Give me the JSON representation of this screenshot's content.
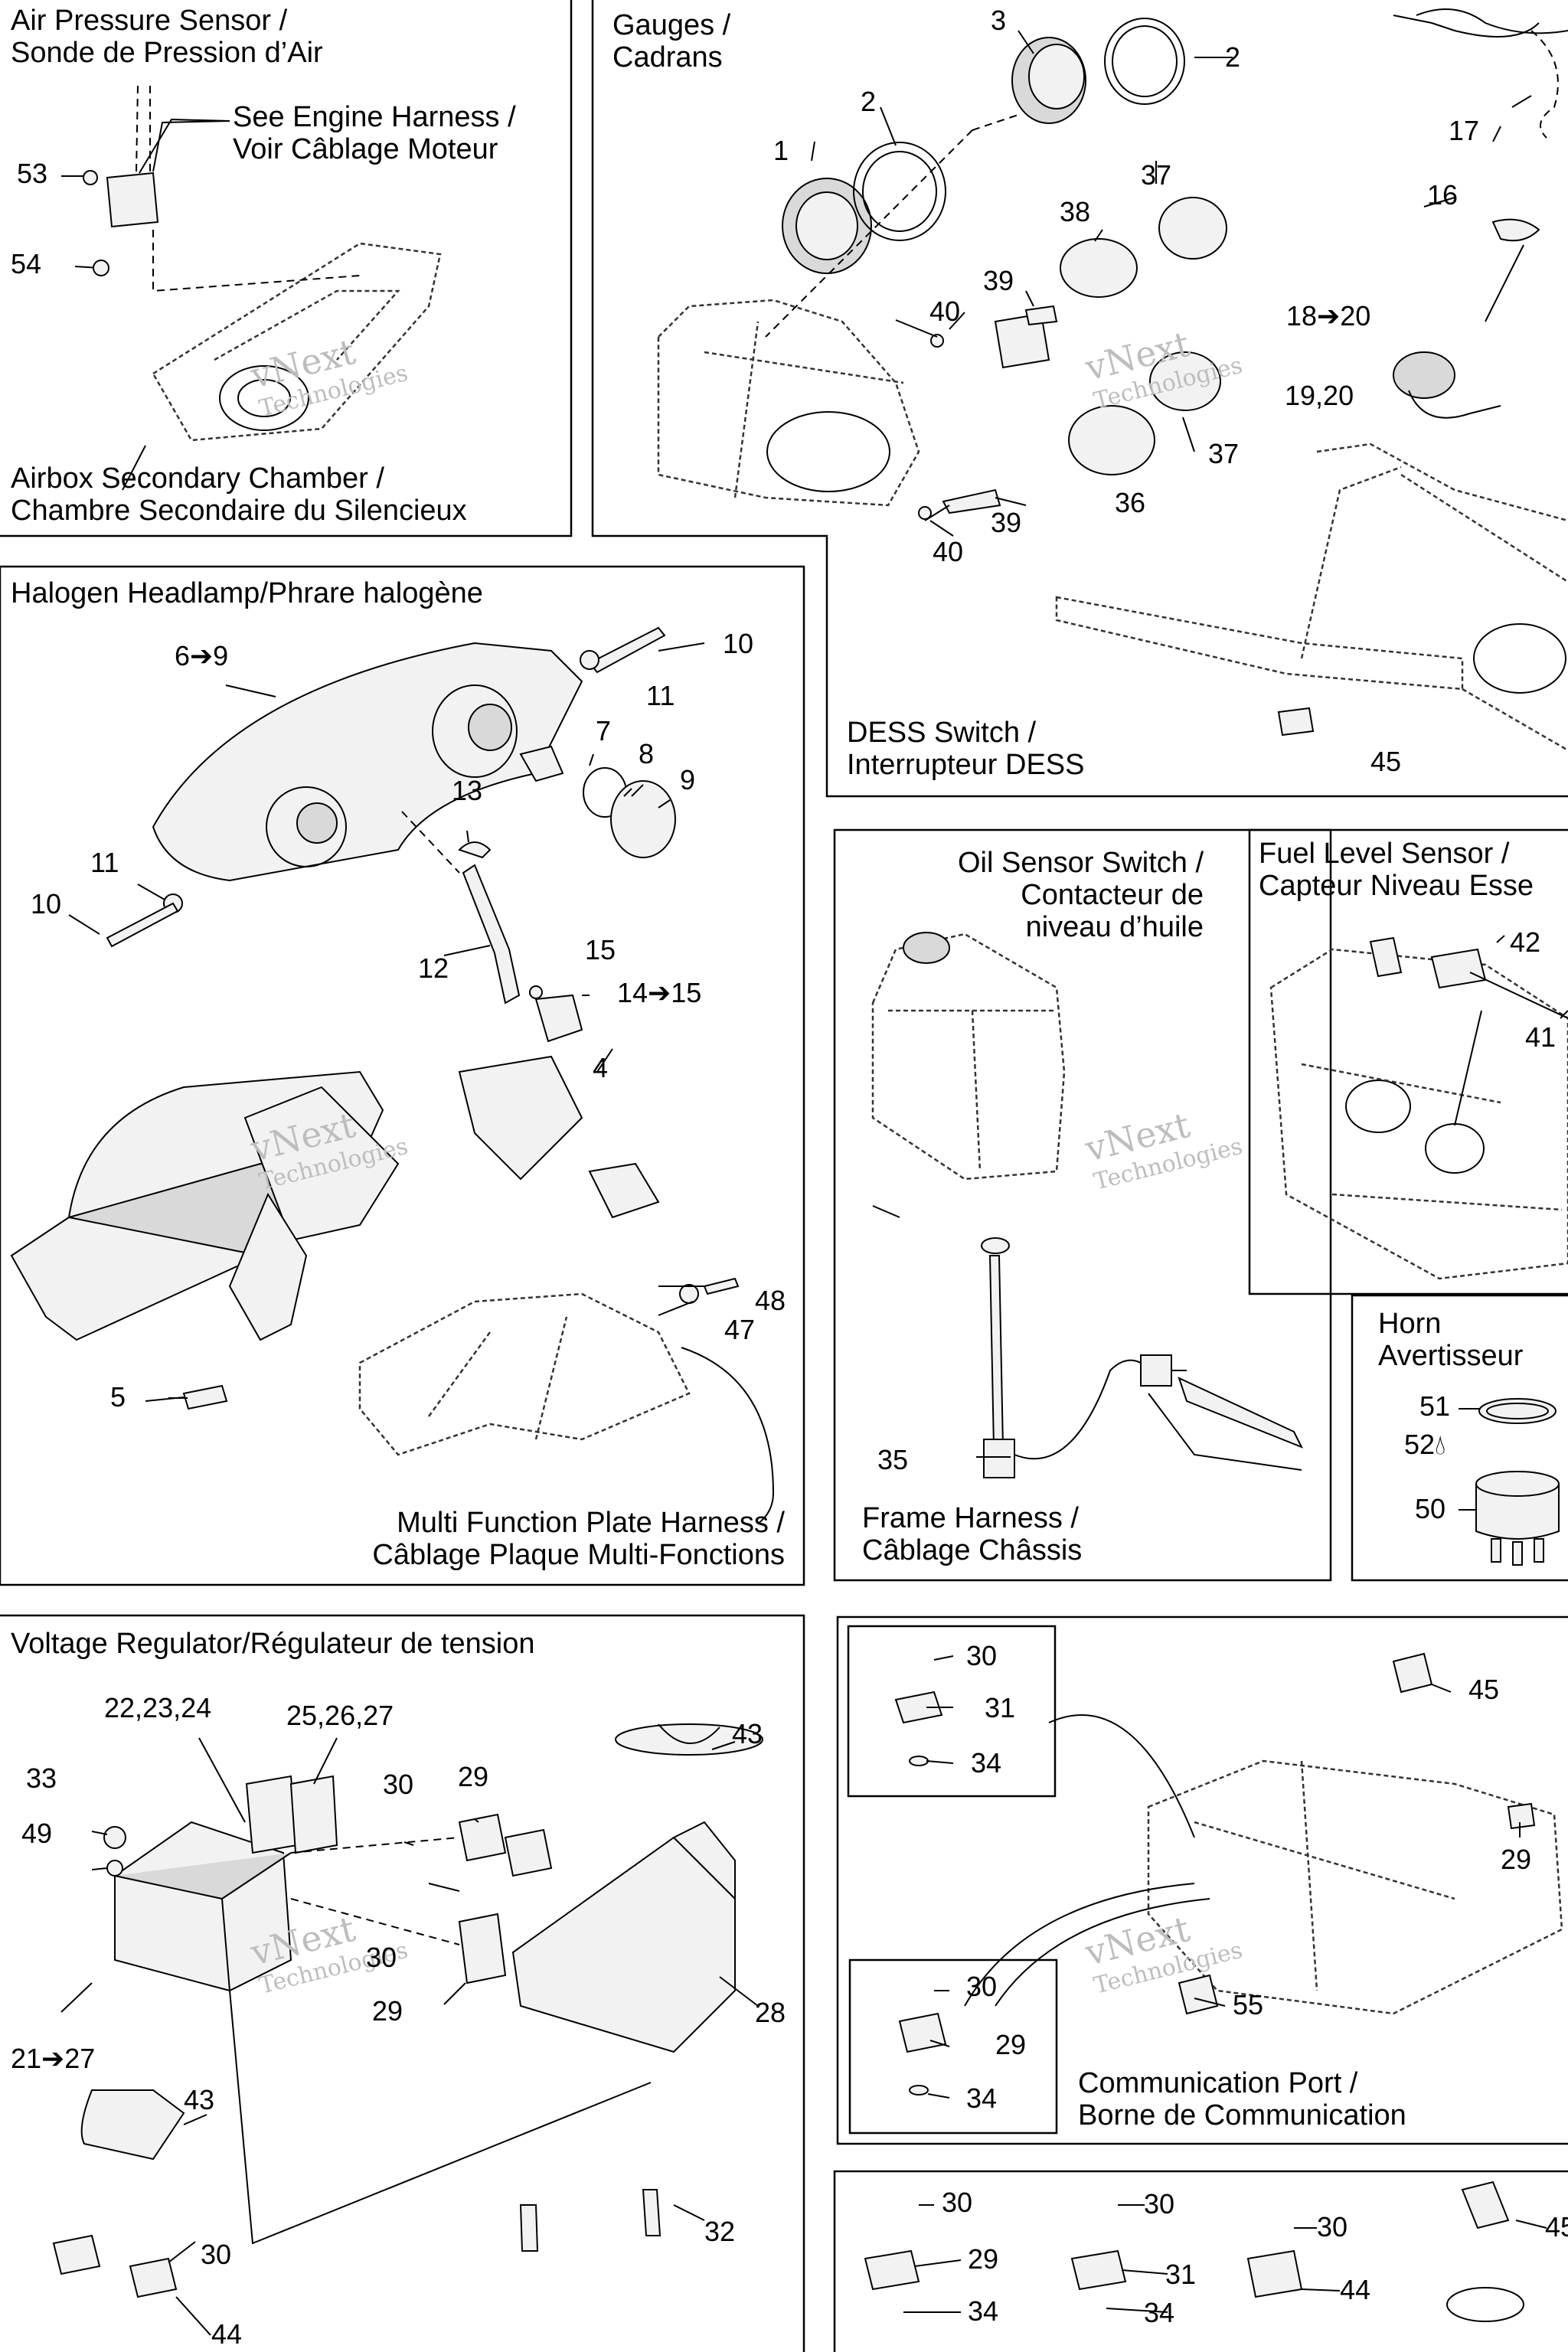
{
  "sections": {
    "air_pressure": {
      "title_en": "Air Pressure Sensor /",
      "title_fr": "Sonde de Pression d’Air",
      "see_en": "See Engine Harness /",
      "see_fr": "Voir Câblage Moteur",
      "bottom_en": "Airbox Secondary Chamber /",
      "bottom_fr": "Chambre Secondaire du Silencieux"
    },
    "gauges": {
      "title_en": "Gauges /",
      "title_fr": "Cadrans"
    },
    "dess": {
      "title_en": "DESS Switch /",
      "title_fr": "Interrupteur DESS"
    },
    "headlamp": {
      "title": "Halogen Headlamp/Phrare halogène",
      "bottom_en": "Multi Function Plate Harness /",
      "bottom_fr": "Câblage Plaque Multi-Fonctions"
    },
    "oil": {
      "title_en": "Oil Sensor Switch /",
      "title_fr1": "Contacteur de",
      "title_fr2": "niveau d’huile",
      "bottom_en": "Frame Harness /",
      "bottom_fr": "Câblage Châssis"
    },
    "fuel": {
      "title_en": "Fuel Level Sensor /",
      "title_fr": "Capteur Niveau Esse"
    },
    "horn": {
      "title_en": "Horn",
      "title_fr": "Avertisseur"
    },
    "voltage": {
      "title": "Voltage Regulator/Régulateur de tension"
    },
    "comm": {
      "title_en": "Communication Port /",
      "title_fr": "Borne de Communication"
    }
  },
  "watermark": {
    "line1": "vNext",
    "line2": "Technologies"
  },
  "callouts": {
    "c53": "53",
    "c54": "54",
    "c1": "1",
    "c2a": "2",
    "c3": "3",
    "c2b": "2",
    "c37a": "37",
    "c38": "38",
    "c39a": "39",
    "c40a": "40",
    "c37b": "37",
    "c36": "36",
    "c39b": "39",
    "c40b": "40",
    "c17": "17",
    "c16": "16",
    "c18": "18➔20",
    "c19": "19,20",
    "c45a": "45",
    "c69": "6➔9",
    "c10a": "10",
    "c11a": "11",
    "c7": "7",
    "c8": "8",
    "c9": "9",
    "c13": "13",
    "c11b": "11",
    "c10b": "10",
    "c12": "12",
    "c15": "15",
    "c1415": "14➔15",
    "c4": "4",
    "c48": "48",
    "c47": "47",
    "c5": "5",
    "c42": "42",
    "c41": "41",
    "c35": "35",
    "c51": "51",
    "c52": "52",
    "c50": "50",
    "c2224": "22,23,24",
    "c2527": "25,26,27",
    "c33": "33",
    "c49": "49",
    "c30a": "30",
    "c29a": "29",
    "c43a": "43",
    "c30b": "30",
    "c29b": "29",
    "c28": "28",
    "c2127": "21➔27",
    "c43b": "43",
    "c32": "32",
    "c30c": "30",
    "c44a": "44",
    "c30d": "30",
    "c31a": "31",
    "c34a": "34",
    "c45b": "45",
    "c29c": "29",
    "c30e": "30",
    "c29d": "29",
    "c34b": "34",
    "c55": "55",
    "c30f": "30",
    "c29e": "29",
    "c34c": "34",
    "c30g": "30",
    "c31b": "31",
    "c34d": "34",
    "c30h": "30",
    "c44b": "44",
    "c45c": "45"
  }
}
